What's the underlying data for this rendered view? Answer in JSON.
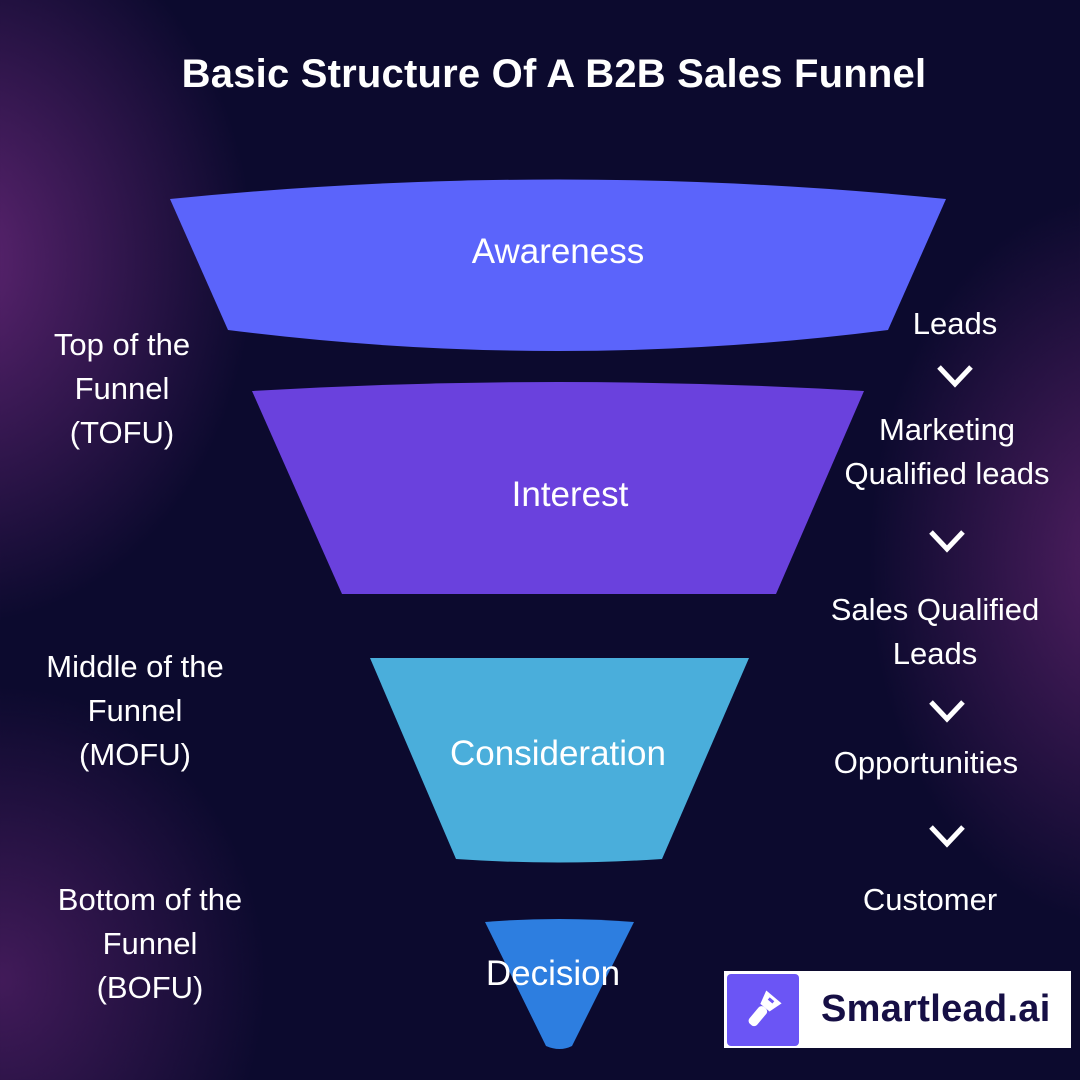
{
  "title": "Basic Structure Of A B2B Sales Funnel",
  "funnel": {
    "stages": [
      {
        "label": "Awareness",
        "color": "#5b64fb"
      },
      {
        "label": "Interest",
        "color": "#6a41dd"
      },
      {
        "label": "Consideration",
        "color": "#4aaedb"
      },
      {
        "label": "Decision",
        "color": "#2d7ee0"
      }
    ]
  },
  "sections": {
    "tofu": [
      "Top of the",
      "Funnel",
      "(TOFU)"
    ],
    "mofu": [
      "Middle of the",
      "Funnel",
      "(MOFU)"
    ],
    "bofu": [
      "Bottom of the",
      "Funnel",
      "(BOFU)"
    ]
  },
  "pipeline": {
    "steps": [
      {
        "label": "Leads"
      },
      {
        "label": "Marketing\nQualified leads"
      },
      {
        "label": "Sales Qualified\nLeads"
      },
      {
        "label": "Opportunities"
      },
      {
        "label": "Customer"
      }
    ],
    "arrow_icon": "chevron-down-icon"
  },
  "brand": {
    "name": "Smartlead.ai",
    "icon": "flashlight-icon",
    "accent": "#6b55f5"
  },
  "colors": {
    "background": "#0c0a2e",
    "glow": "#782d87",
    "text": "#ffffff"
  }
}
